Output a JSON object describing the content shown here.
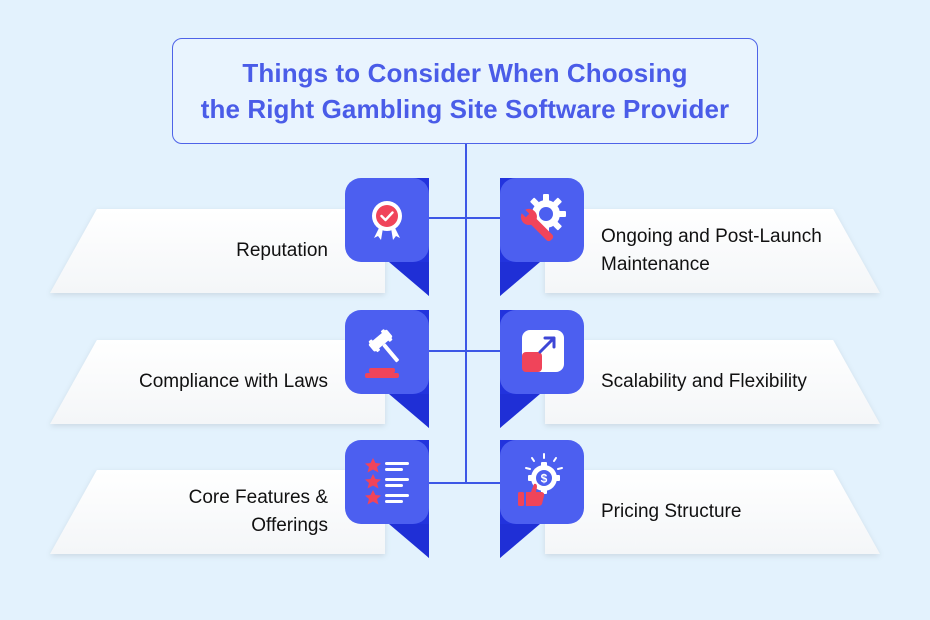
{
  "title": {
    "line1": "Things to Consider When Choosing",
    "line2": "the Right Gambling Site Software Provider"
  },
  "colors": {
    "accent": "#3d57e6",
    "badge_top": "#4c5ff0",
    "badge_fold": "#2233dd",
    "icon_red": "#f0445a",
    "background": "#e3f2fd"
  },
  "items": {
    "left": [
      {
        "label_lines": [
          "Reputation"
        ],
        "icon": "award-ribbon-icon"
      },
      {
        "label_lines": [
          "Compliance with Laws"
        ],
        "icon": "gavel-icon"
      },
      {
        "label_lines": [
          "Core Features &",
          "Offerings"
        ],
        "icon": "star-list-icon"
      }
    ],
    "right": [
      {
        "label_lines": [
          "Ongoing and Post-Launch",
          "Maintenance"
        ],
        "icon": "wrench-gear-icon"
      },
      {
        "label_lines": [
          "Scalability and Flexibility"
        ],
        "icon": "scale-up-icon"
      },
      {
        "label_lines": [
          "Pricing Structure"
        ],
        "icon": "dollar-thumbs-up-icon"
      }
    ]
  }
}
